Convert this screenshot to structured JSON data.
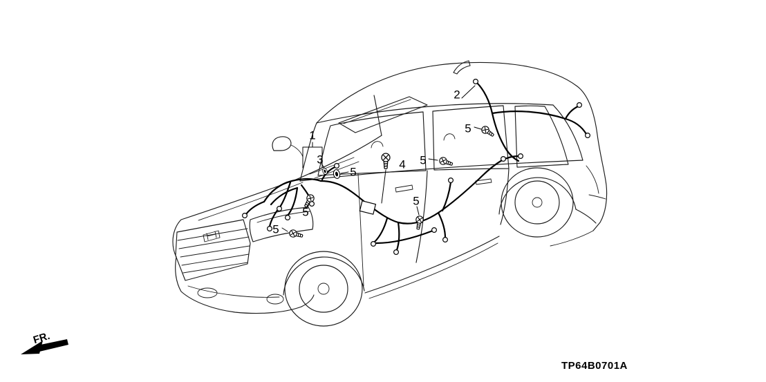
{
  "diagram": {
    "code": "TP64B0701A",
    "fr_label": "FR.",
    "callouts": [
      {
        "label": "1"
      },
      {
        "label": "2"
      },
      {
        "label": "3"
      },
      {
        "label": "4"
      },
      {
        "label": "5"
      },
      {
        "label": "5"
      },
      {
        "label": "5"
      },
      {
        "label": "5"
      },
      {
        "label": "5"
      },
      {
        "label": "5"
      }
    ],
    "icons": {
      "fr_arrow": "thick solid arrow pointing lower-left",
      "bolt": "screw head circle with cross and threaded shank",
      "grommet": "double ellipse"
    },
    "colors": {
      "line": "#000000",
      "background": "#ffffff"
    }
  }
}
